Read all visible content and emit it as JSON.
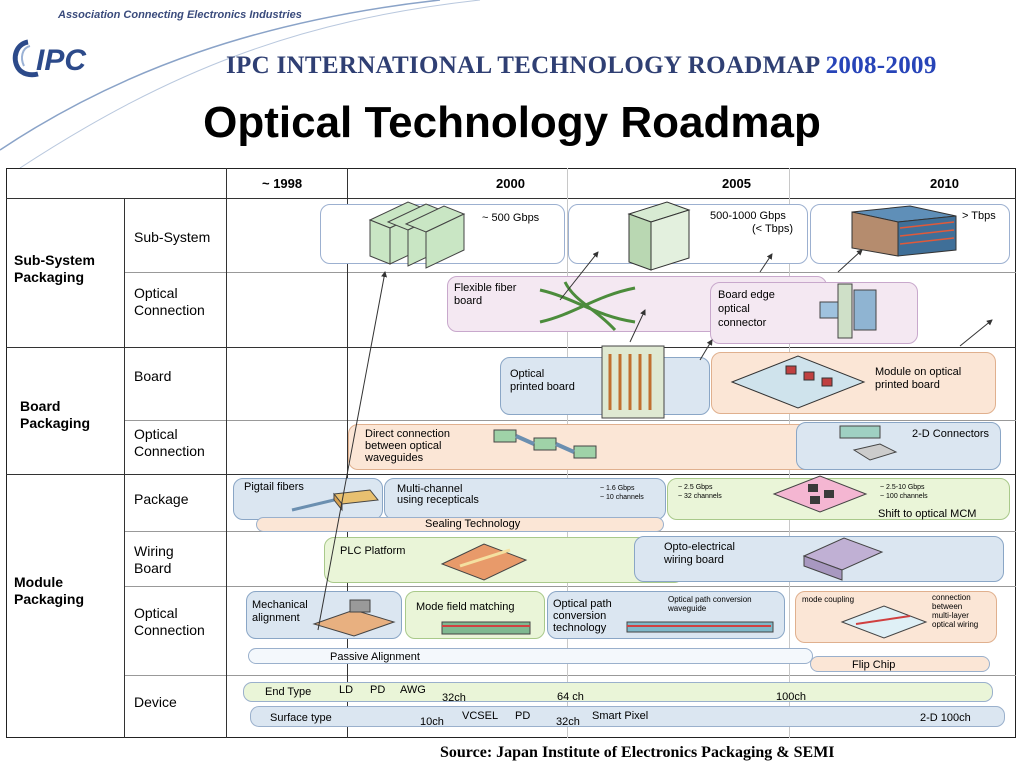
{
  "header": {
    "tagline": "Association Connecting Electronics Industries",
    "logo_text": "IPC",
    "roadmap_title": "IPC INTERNATIONAL TECHNOLOGY ROADMAP",
    "roadmap_years": "2008-2009"
  },
  "title": "Optical Technology Roadmap",
  "source": "Source:  Japan Institute of Electronics Packaging & SEMI",
  "table": {
    "year_headers": [
      "~ 1998",
      "2000",
      "2005",
      "2010"
    ],
    "categories": {
      "sub_system": "Sub-System Packaging",
      "board": "Board Packaging",
      "module": "Module Packaging"
    },
    "rows": {
      "sub_system": "Sub-System",
      "optical_connection": "Optical Connection",
      "board": "Board",
      "package": "Package",
      "wiring_board": "Wiring Board",
      "device": "Device"
    }
  },
  "labels": {
    "gbps_500": "~ 500 Gbps",
    "gbps_500_1000": "500-1000 Gbps",
    "tbps_lt": "(< Tbps)",
    "tbps_gt": "> Tbps",
    "flexible_fiber": "Flexible fiber",
    "flexible_fiber_2": "board",
    "board_edge_1": "Board edge",
    "board_edge_2": "optical",
    "board_edge_3": "connector",
    "optical_printed_1": "Optical",
    "optical_printed_2": "printed board",
    "module_on_1": "Module on optical",
    "module_on_2": "printed board",
    "direct_1": "Direct connection",
    "direct_2": "between optical",
    "direct_3": "waveguides",
    "connectors_2d": "2-D Connectors",
    "pigtail": "Pigtail fibers",
    "multichannel_1": "Multi-channel",
    "multichannel_2": "using recepticals",
    "gbps_16": "~ 1.6 Gbps",
    "ch_10": "~ 10 channels",
    "gbps_25": "~ 2.5 Gbps",
    "ch_32": "~ 32 channels",
    "gbps_2510": "~ 2.5-10 Gbps",
    "ch_100": "~ 100 channels",
    "sealing": "Sealing Technology",
    "shift_mcm": "Shift to optical MCM",
    "plc": "PLC Platform",
    "opto_1": "Opto-electrical",
    "opto_2": "wiring board",
    "mech_1": "Mechanical",
    "mech_2": "alignment",
    "mode_field": "Mode field matching",
    "opc_1": "Optical path",
    "opc_2": "conversion",
    "opc_3": "technology",
    "opc_wg_1": "Optical path conversion",
    "opc_wg_2": "waveguide",
    "mode_coupling": "mode coupling",
    "conn_ml_1": "connection",
    "conn_ml_2": "between",
    "conn_ml_3": "multi-layer",
    "conn_ml_4": "optical wiring",
    "passive": "Passive Alignment",
    "flip_chip": "Flip Chip",
    "end_type": "End Type",
    "ld": "LD",
    "pd": "PD",
    "awg": "AWG",
    "ch32": "32ch",
    "ch64": "64 ch",
    "ch100": "100ch",
    "surface_type": "Surface type",
    "ch10": "10ch",
    "vcsel": "VCSEL",
    "pd2": "PD",
    "ch32b": "32ch",
    "smart_pixel": "Smart Pixel",
    "d2_100": "2-D 100ch"
  }
}
